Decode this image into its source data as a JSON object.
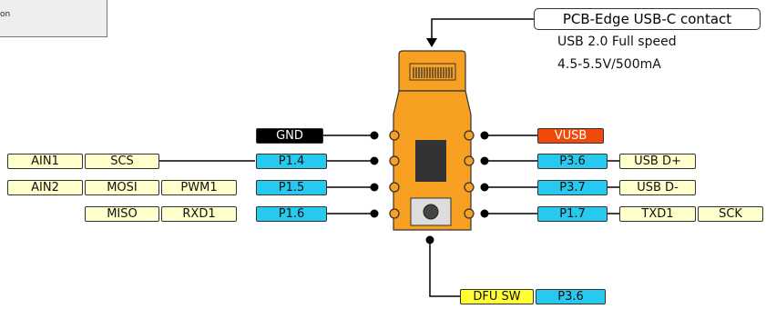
{
  "corner_note": "on",
  "usb": {
    "title": "PCB-Edge USB-C contact",
    "line1": "USB 2.0 Full speed",
    "line2": "4.5-5.5V/500mA"
  },
  "left": {
    "gnd": "GND",
    "row1": {
      "fn1": "AIN1",
      "fn2": "SCS",
      "port": "P1.4"
    },
    "row2": {
      "fn1": "AIN2",
      "fn2": "MOSI",
      "fn3": "PWM1",
      "port": "P1.5"
    },
    "row3": {
      "fn2": "MISO",
      "fn3": "RXD1",
      "port": "P1.6"
    }
  },
  "right": {
    "vusb": "VUSB",
    "row1": {
      "port": "P3.6",
      "fn1": "USB D+"
    },
    "row2": {
      "port": "P3.7",
      "fn1": "USB D-"
    },
    "row3": {
      "port": "P1.7",
      "fn1": "TXD1",
      "fn2": "SCK"
    }
  },
  "bottom": {
    "dfu": "DFU SW",
    "port": "P3.6"
  },
  "colors": {
    "board": "#f7a021",
    "port": "#27c9ef",
    "function": "#ffffcc",
    "gnd": "#000000",
    "vusb": "#f04a0a",
    "dfu": "#ffff33"
  }
}
